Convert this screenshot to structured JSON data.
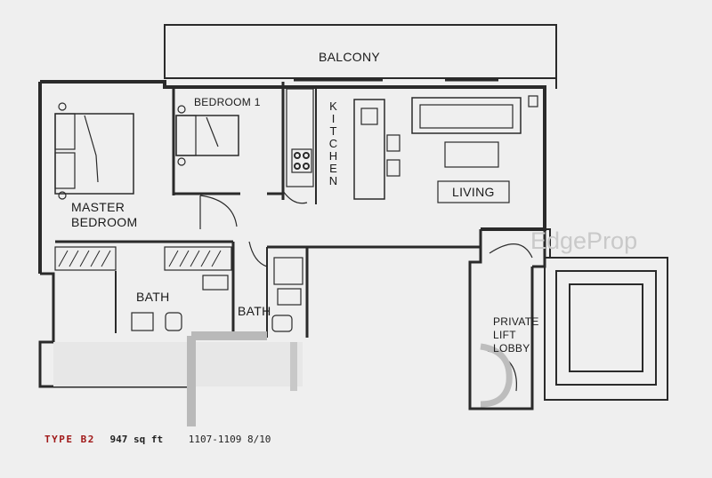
{
  "rooms": {
    "balcony": "BALCONY",
    "bedroom1": "BEDROOM 1",
    "kitchen": "KITCHEN",
    "living": "LIVING",
    "master_line1": "MASTER",
    "master_line2": "BEDROOM",
    "bath_master": "BATH",
    "bath_common": "BATH",
    "lobby_line1": "PRIVATE",
    "lobby_line2": "LIFT",
    "lobby_line3": "LOBBY"
  },
  "watermark": "EdgeProp",
  "footer": {
    "type": "TYPE B2",
    "area": "947 sq ft",
    "code": "1107-1109 8/10"
  },
  "colors": {
    "wall": "#2a2a2a",
    "background": "#efefef",
    "type_label": "#a01818"
  }
}
